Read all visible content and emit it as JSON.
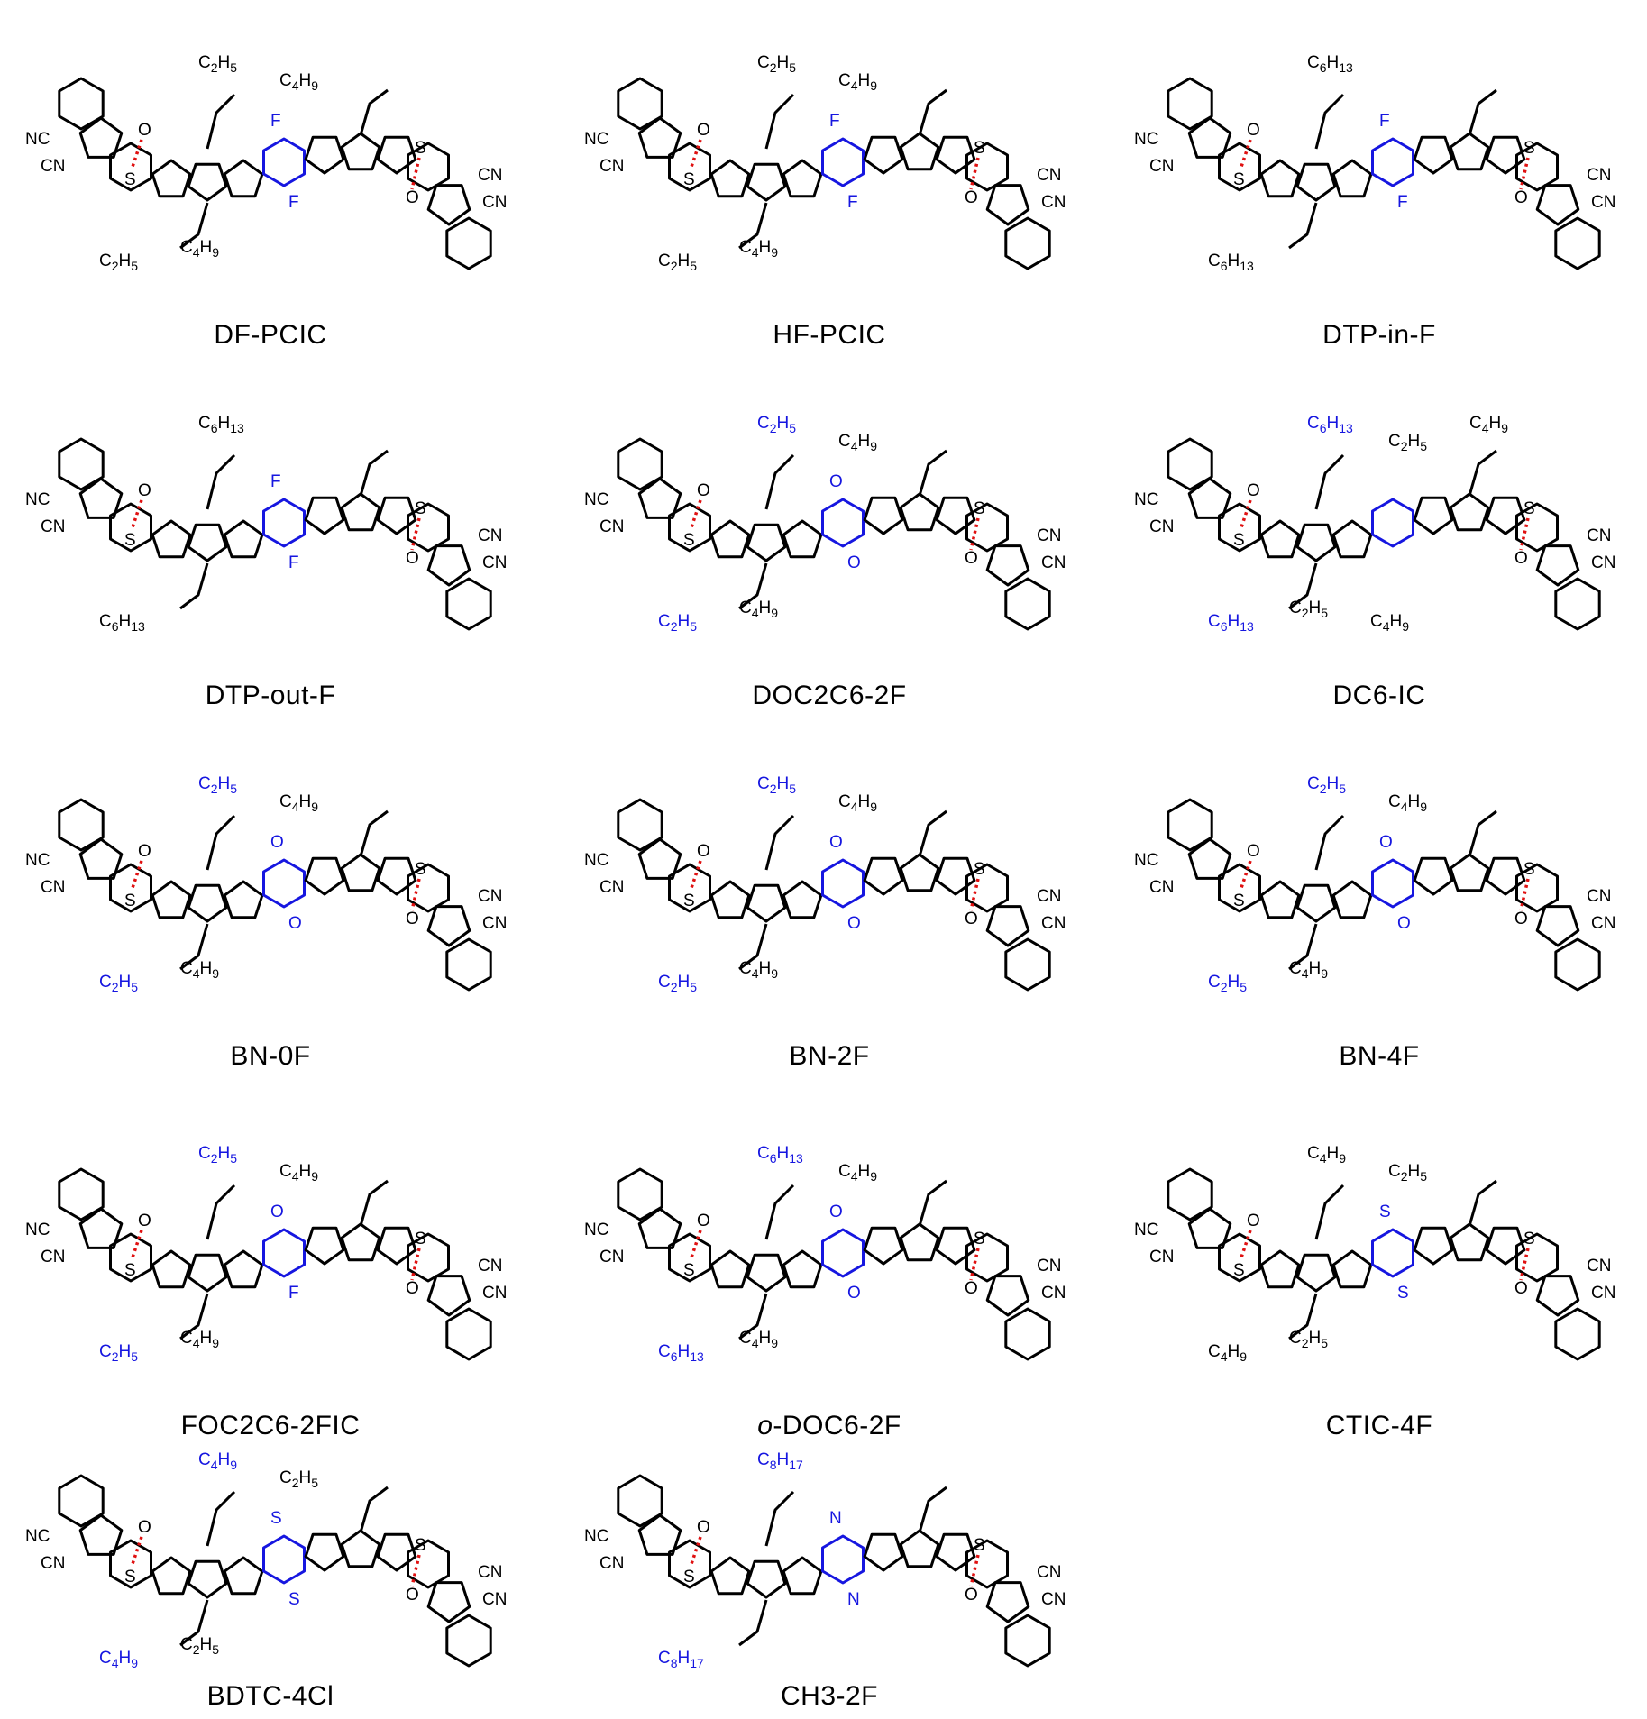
{
  "figure": {
    "molecules": [
      {
        "label": "DF-PCIC",
        "core_atoms": [
          "F",
          "F"
        ],
        "side_chains": [
          "C2H5",
          "C4H9"
        ]
      },
      {
        "label": "HF-PCIC",
        "core_atoms": [
          "F",
          "F"
        ],
        "side_chains": [
          "C2H5",
          "C4H9"
        ]
      },
      {
        "label": "DTP-in-F",
        "core_atoms": [
          "F",
          "F"
        ],
        "side_chains": [
          "C6H13"
        ]
      },
      {
        "label": "DTP-out-F",
        "core_atoms": [
          "F",
          "F"
        ],
        "side_chains": [
          "C6H13"
        ]
      },
      {
        "label": "DOC2C6-2F",
        "core_atoms": [
          "O",
          "O"
        ],
        "side_chains": [
          "C2H5",
          "C4H9"
        ]
      },
      {
        "label": "DC6-IC",
        "core_atoms": [],
        "side_chains": [
          "C6H13",
          "C2H5",
          "C4H9"
        ]
      },
      {
        "label": "BN-0F",
        "core_atoms": [
          "O",
          "O"
        ],
        "side_chains": [
          "C2H5",
          "C4H9"
        ]
      },
      {
        "label": "BN-2F",
        "core_atoms": [
          "O",
          "O"
        ],
        "side_chains": [
          "C2H5",
          "C4H9"
        ]
      },
      {
        "label": "BN-4F",
        "core_atoms": [
          "O",
          "O"
        ],
        "side_chains": [
          "C2H5",
          "C4H9"
        ]
      },
      {
        "label": "FOC2C6-2FIC",
        "core_atoms": [
          "O",
          "F"
        ],
        "side_chains": [
          "C2H5",
          "C4H9"
        ]
      },
      {
        "label_prefix": "o",
        "label_rest": "-DOC6-2F",
        "core_atoms": [
          "O",
          "O"
        ],
        "side_chains": [
          "C6H13",
          "C4H9"
        ]
      },
      {
        "label": "CTIC-4F",
        "core_atoms": [
          "S",
          "S"
        ],
        "side_chains": [
          "C4H9",
          "C2H5"
        ]
      },
      {
        "label": "BDTC-4Cl",
        "core_atoms": [
          "S",
          "S"
        ],
        "side_chains": [
          "C4H9",
          "C2H5"
        ]
      },
      {
        "label": "CH3-2F",
        "core_atoms": [
          "N",
          "N"
        ],
        "side_chains": [
          "C8H17"
        ]
      }
    ]
  }
}
